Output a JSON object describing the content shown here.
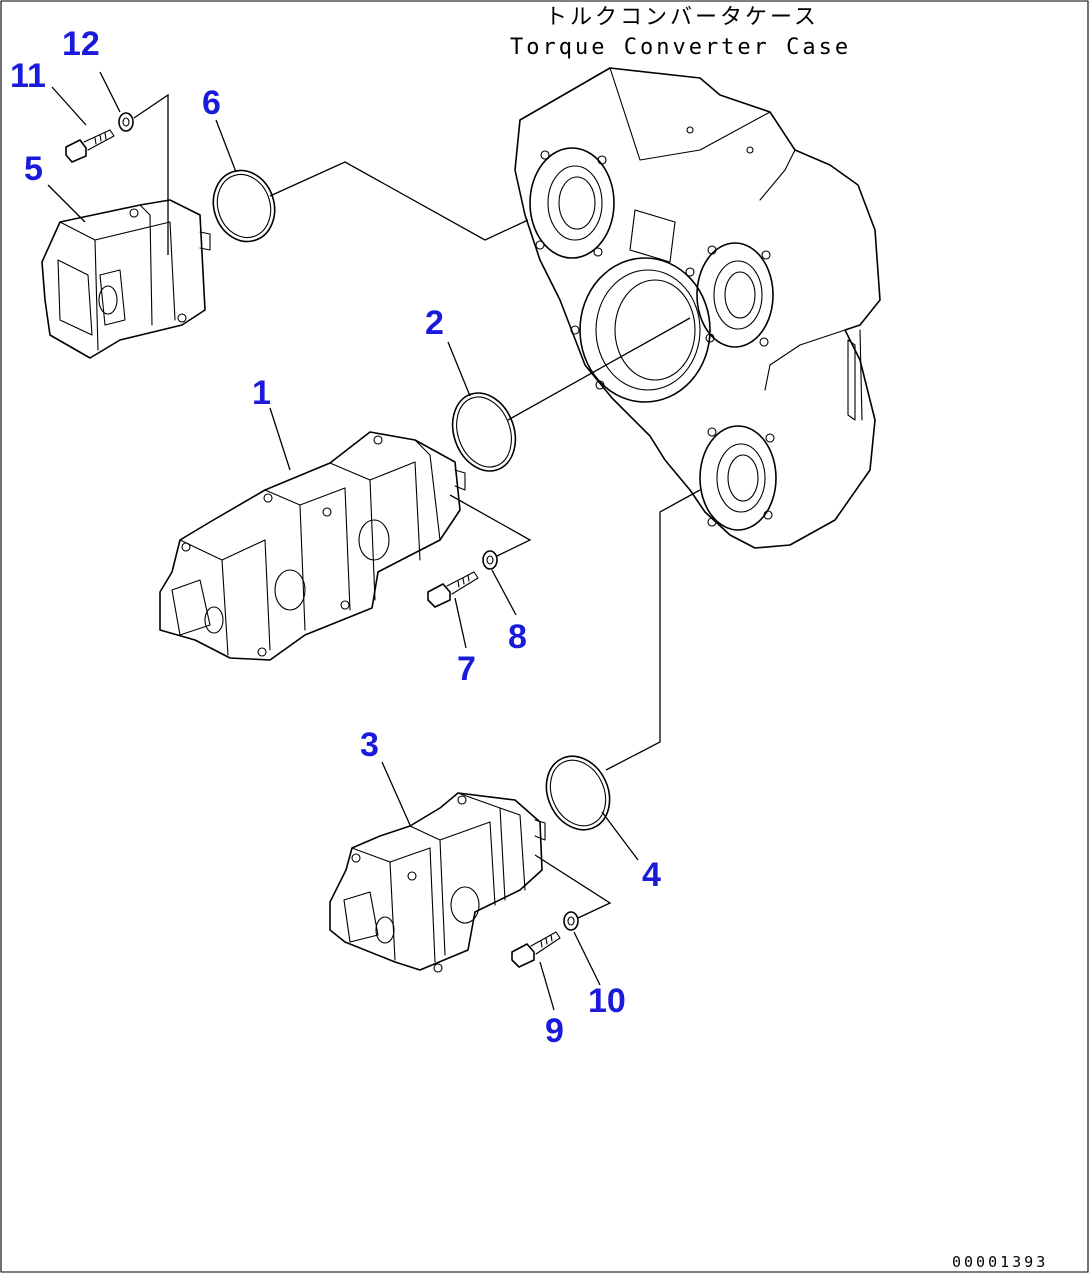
{
  "header": {
    "caption_jp": "トルクコンバータケース",
    "caption_en": "Torque Converter Case"
  },
  "callouts": [
    {
      "id": "1",
      "label": "1"
    },
    {
      "id": "2",
      "label": "2"
    },
    {
      "id": "3",
      "label": "3"
    },
    {
      "id": "4",
      "label": "4"
    },
    {
      "id": "5",
      "label": "5"
    },
    {
      "id": "6",
      "label": "6"
    },
    {
      "id": "7",
      "label": "7"
    },
    {
      "id": "8",
      "label": "8"
    },
    {
      "id": "9",
      "label": "9"
    },
    {
      "id": "10",
      "label": "10"
    },
    {
      "id": "11",
      "label": "11"
    },
    {
      "id": "12",
      "label": "12"
    }
  ],
  "footer": {
    "document_number": "00001393"
  },
  "colors": {
    "callout": "#1a1adb",
    "line": "#000000",
    "background": "#ffffff"
  }
}
